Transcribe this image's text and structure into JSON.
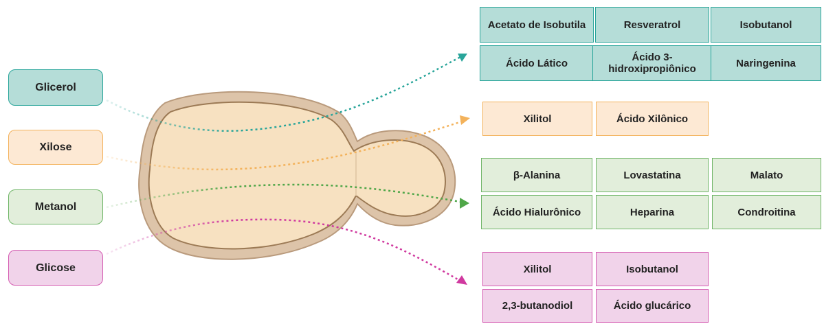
{
  "substrates": {
    "glicerol": "Glicerol",
    "xilose": "Xilose",
    "metanol": "Metanol",
    "glicose": "Glicose"
  },
  "products": {
    "glicerol": [
      "Acetato de Isobutila",
      "Resveratrol",
      "Isobutanol",
      "Ácido Lático",
      "Ácido 3-hidroxipropiônico",
      "Naringenina"
    ],
    "xilose": [
      "Xilitol",
      "Ácido Xilônico"
    ],
    "metanol": [
      "β-Alanina",
      "Lovastatina",
      "Malato",
      "Ácido Hialurônico",
      "Heparina",
      "Condroitina"
    ],
    "glicose": [
      "Xilitol",
      "Isobutanol",
      "2,3-butanodiol",
      "Ácido glucárico"
    ]
  },
  "colors": {
    "teal": "#29a59a",
    "orange": "#f3b25b",
    "green": "#6db465",
    "pink": "#d45bb1",
    "cell_fill": "#f7e1c1",
    "cell_wall": "#c6a98a"
  }
}
